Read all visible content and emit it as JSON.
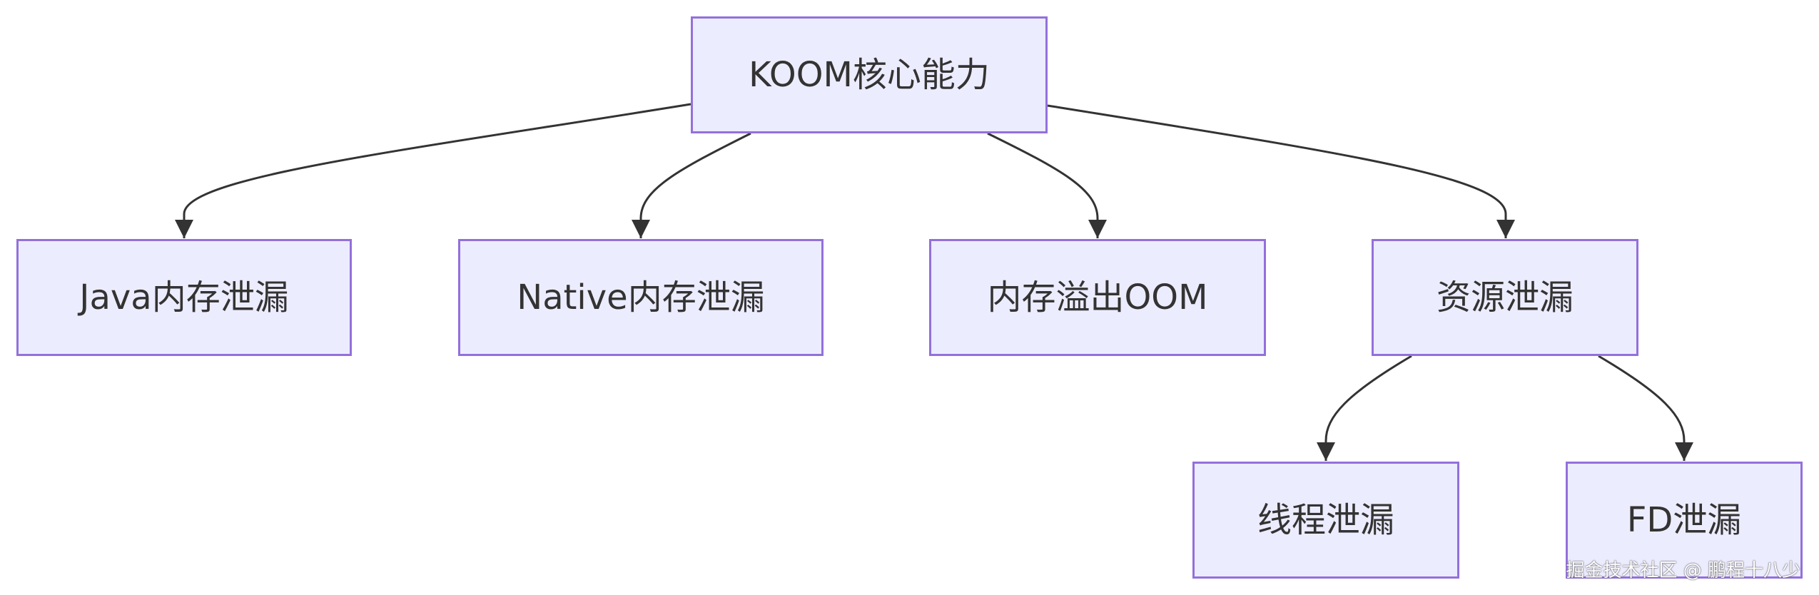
{
  "diagram": {
    "colors": {
      "node_fill": "#ececff",
      "node_border": "#9370db",
      "edge": "#333333",
      "text": "#333333"
    },
    "nodes": {
      "root": "KOOM核心能力",
      "java": "Java内存泄漏",
      "native": "Native内存泄漏",
      "oom": "内存溢出OOM",
      "resource": "资源泄漏",
      "thread": "线程泄漏",
      "fd": "FD泄漏"
    },
    "edges": [
      {
        "from": "root",
        "to": "java"
      },
      {
        "from": "root",
        "to": "native"
      },
      {
        "from": "root",
        "to": "oom"
      },
      {
        "from": "root",
        "to": "resource"
      },
      {
        "from": "resource",
        "to": "thread"
      },
      {
        "from": "resource",
        "to": "fd"
      }
    ]
  },
  "watermark": "掘金技术社区 @ 鹏程十八少"
}
